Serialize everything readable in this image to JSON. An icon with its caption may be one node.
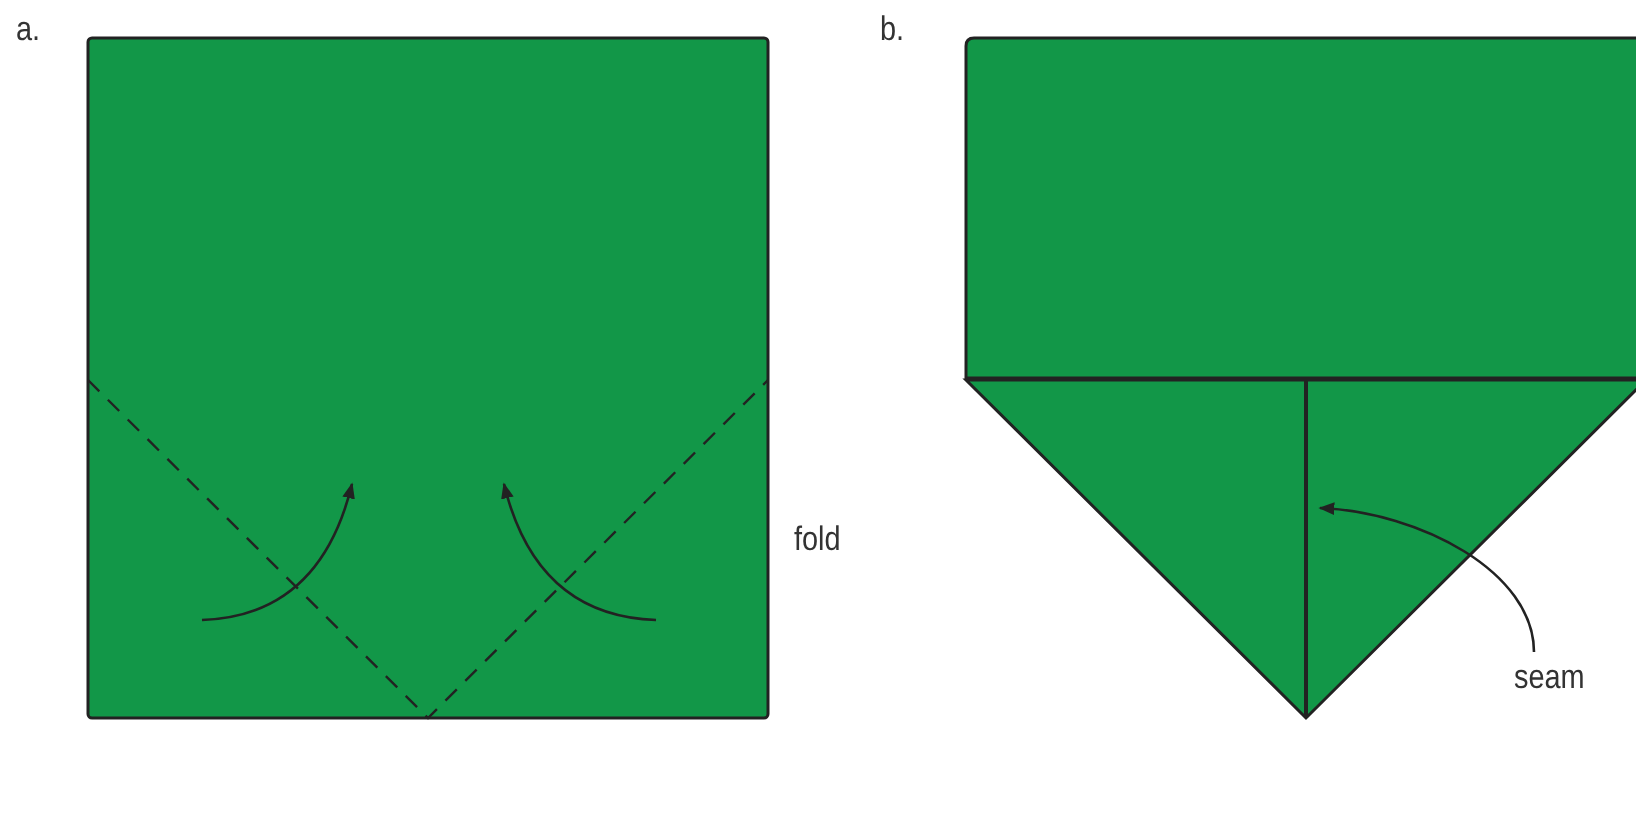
{
  "diagram": {
    "nodes": [
      {
        "text": [
          "seam"
        ]
      },
      {
        "text": [],
        "shape": "line"
      }
    ],
    "edges": [
      {
        "from": 0,
        "to": 1,
        "arrow": "to"
      }
    ],
    "labels": [
      "a.",
      "b.",
      "fold"
    ]
  }
}
